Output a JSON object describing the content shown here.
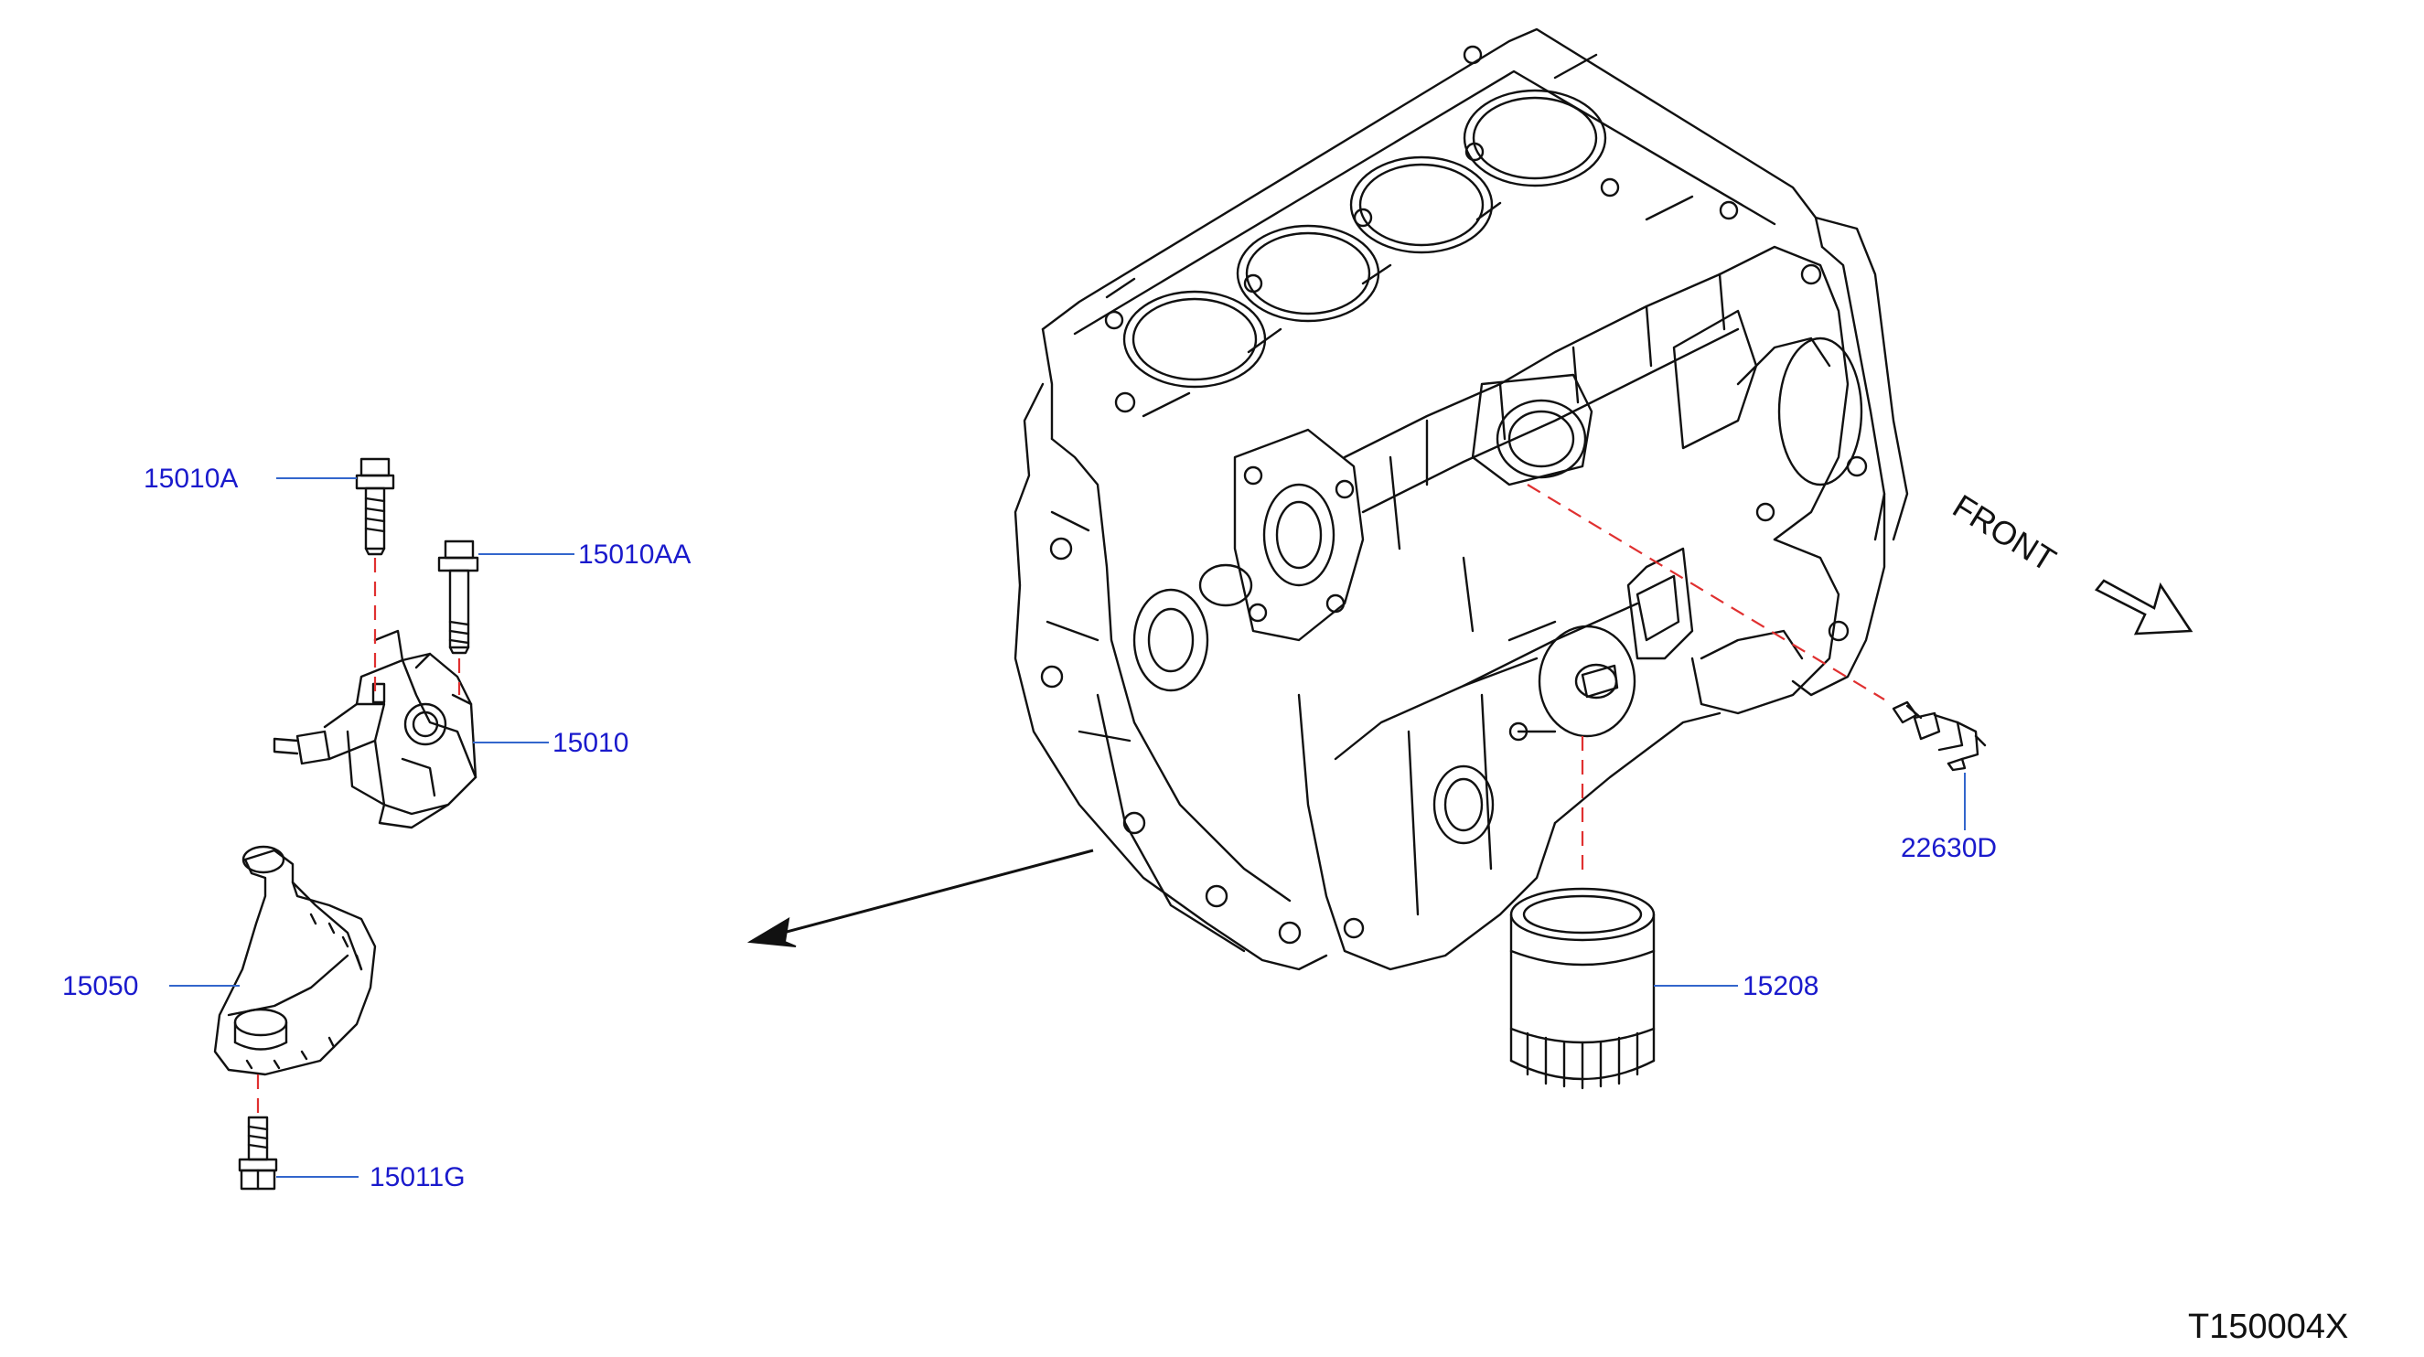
{
  "colors": {
    "label": "#1a1acc",
    "leader": "#3366cc",
    "drawing": "#111111",
    "dashed": "#e03030"
  },
  "labels": {
    "p15010A": "15010A",
    "p15010AA": "15010AA",
    "p15010": "15010",
    "p15050": "15050",
    "p15011G": "15011G",
    "p22630D": "22630D",
    "p15208": "15208"
  },
  "front": "FRONT",
  "drawing_code": "T150004X"
}
